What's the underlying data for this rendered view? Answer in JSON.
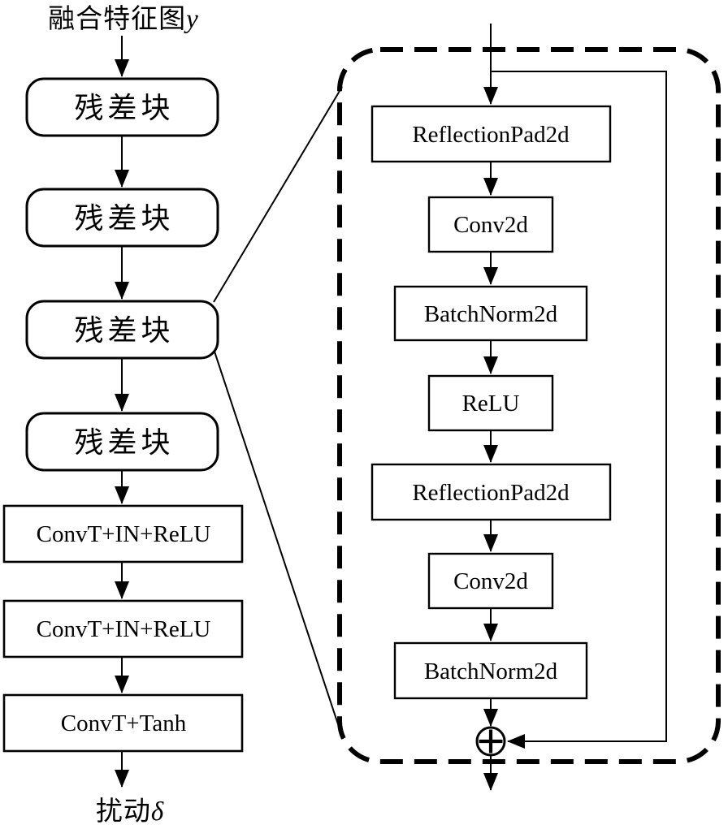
{
  "diagram": {
    "input_label": {
      "text": "融合特征图",
      "symbol": "y"
    },
    "output_label": {
      "text": "扰动",
      "symbol": "δ"
    },
    "generator_column": {
      "blocks": [
        {
          "label": "残差块"
        },
        {
          "label": "残差块"
        },
        {
          "label": "残差块"
        },
        {
          "label": "残差块"
        },
        {
          "label": "ConvT+IN+ReLU"
        },
        {
          "label": "ConvT+IN+ReLU"
        },
        {
          "label": "ConvT+Tanh"
        }
      ]
    },
    "residual_detail": {
      "layers": [
        {
          "label": "ReflectionPad2d"
        },
        {
          "label": "Conv2d"
        },
        {
          "label": "BatchNorm2d"
        },
        {
          "label": "ReLU"
        },
        {
          "label": "ReflectionPad2d"
        },
        {
          "label": "Conv2d"
        },
        {
          "label": "BatchNorm2d"
        }
      ],
      "sum_symbol": "⊕"
    },
    "colors": {
      "line": "#000000",
      "background": "#ffffff",
      "box_fill": "#ffffff"
    }
  }
}
